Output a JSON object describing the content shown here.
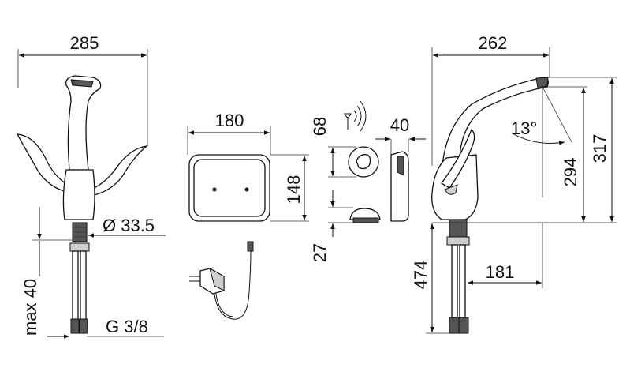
{
  "dimensions": {
    "front_width": "285",
    "base_diameter": "Ø 33.5",
    "max_depth": "max 40",
    "thread": "G 3/8",
    "panel_width": "180",
    "panel_height": "148",
    "sensor_height": "68",
    "sensor_offset": "27",
    "sensor_depth": "40",
    "side_width": "262",
    "angle": "13°",
    "spout_height": "294",
    "total_height": "317",
    "hose_length": "474",
    "reach": "181"
  },
  "icons": {
    "wireless": "wireless-signal-icon",
    "plug": "power-plug-icon"
  }
}
